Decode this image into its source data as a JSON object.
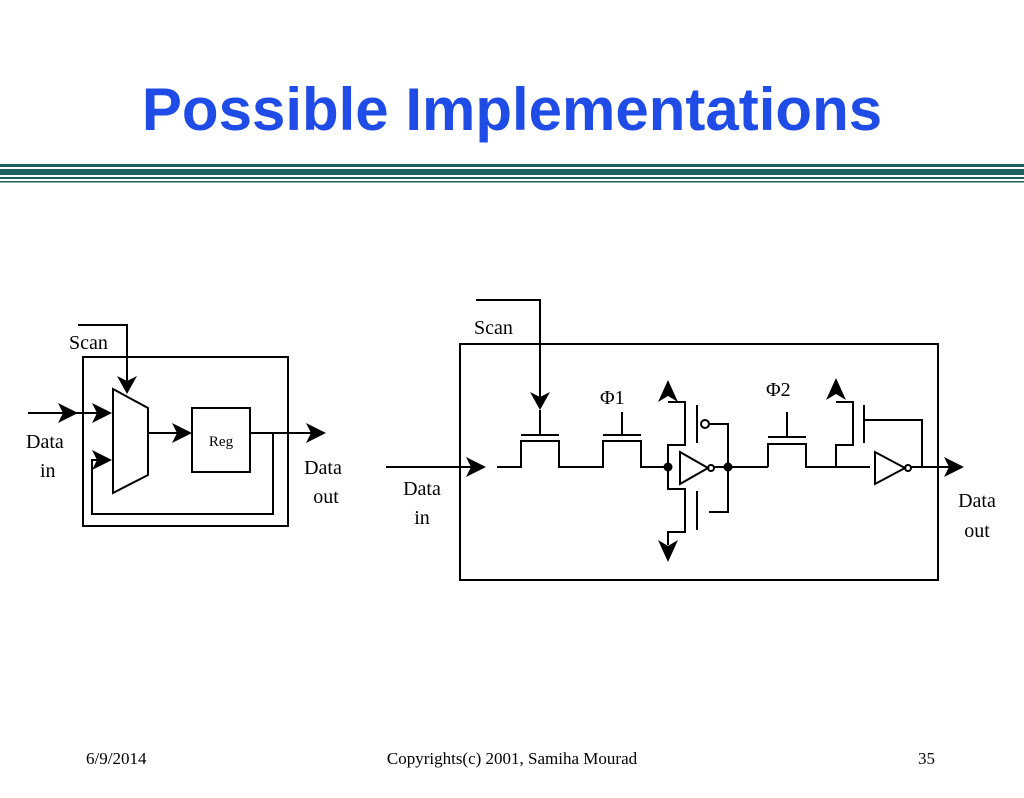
{
  "slide": {
    "title": "Possible Implementations",
    "title_color": "#1f4be6",
    "divider_color": "#1f5f5f"
  },
  "mux_diagram": {
    "scan_label": "Scan",
    "data_in_label": [
      "Data",
      "in"
    ],
    "data_out_label": [
      "Data",
      "out"
    ],
    "reg_label": "Reg"
  },
  "latch_diagram": {
    "scan_label": "Scan",
    "phi1_label": "Φ1",
    "phi2_label": "Φ2",
    "data_in_label": [
      "Data",
      "in"
    ],
    "data_out_label": [
      "Data",
      "out"
    ]
  },
  "footer": {
    "date": "6/9/2014",
    "copyright": "Copyrights(c) 2001, Samiha Mourad",
    "page_number": "35"
  }
}
